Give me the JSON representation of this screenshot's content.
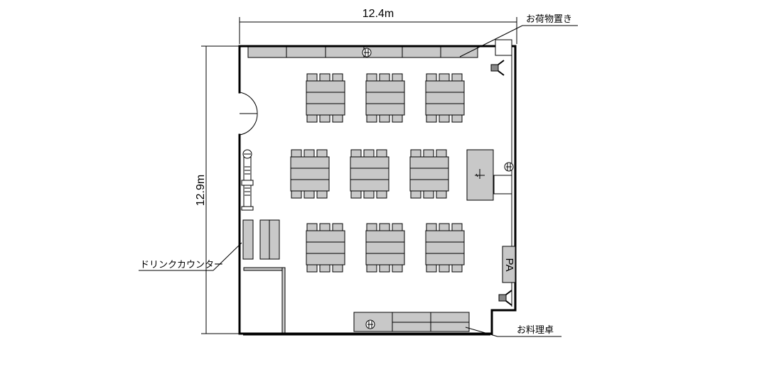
{
  "dimensions": {
    "width": "12.4m",
    "height": "12.9m"
  },
  "labels": {
    "luggage": "お荷物置き",
    "drink_counter": "ドリンクカウンター",
    "food_table": "お料理卓",
    "pa": "PA"
  },
  "colors": {
    "furniture_fill": "#c8c8c8",
    "line": "#000000",
    "background": "#ffffff"
  },
  "icons": {
    "speaker": "speaker-icon",
    "microphone": "mic-stand-icon",
    "camera": "camera-icon",
    "door": "double-door-icon",
    "stage": "podium-icon"
  }
}
